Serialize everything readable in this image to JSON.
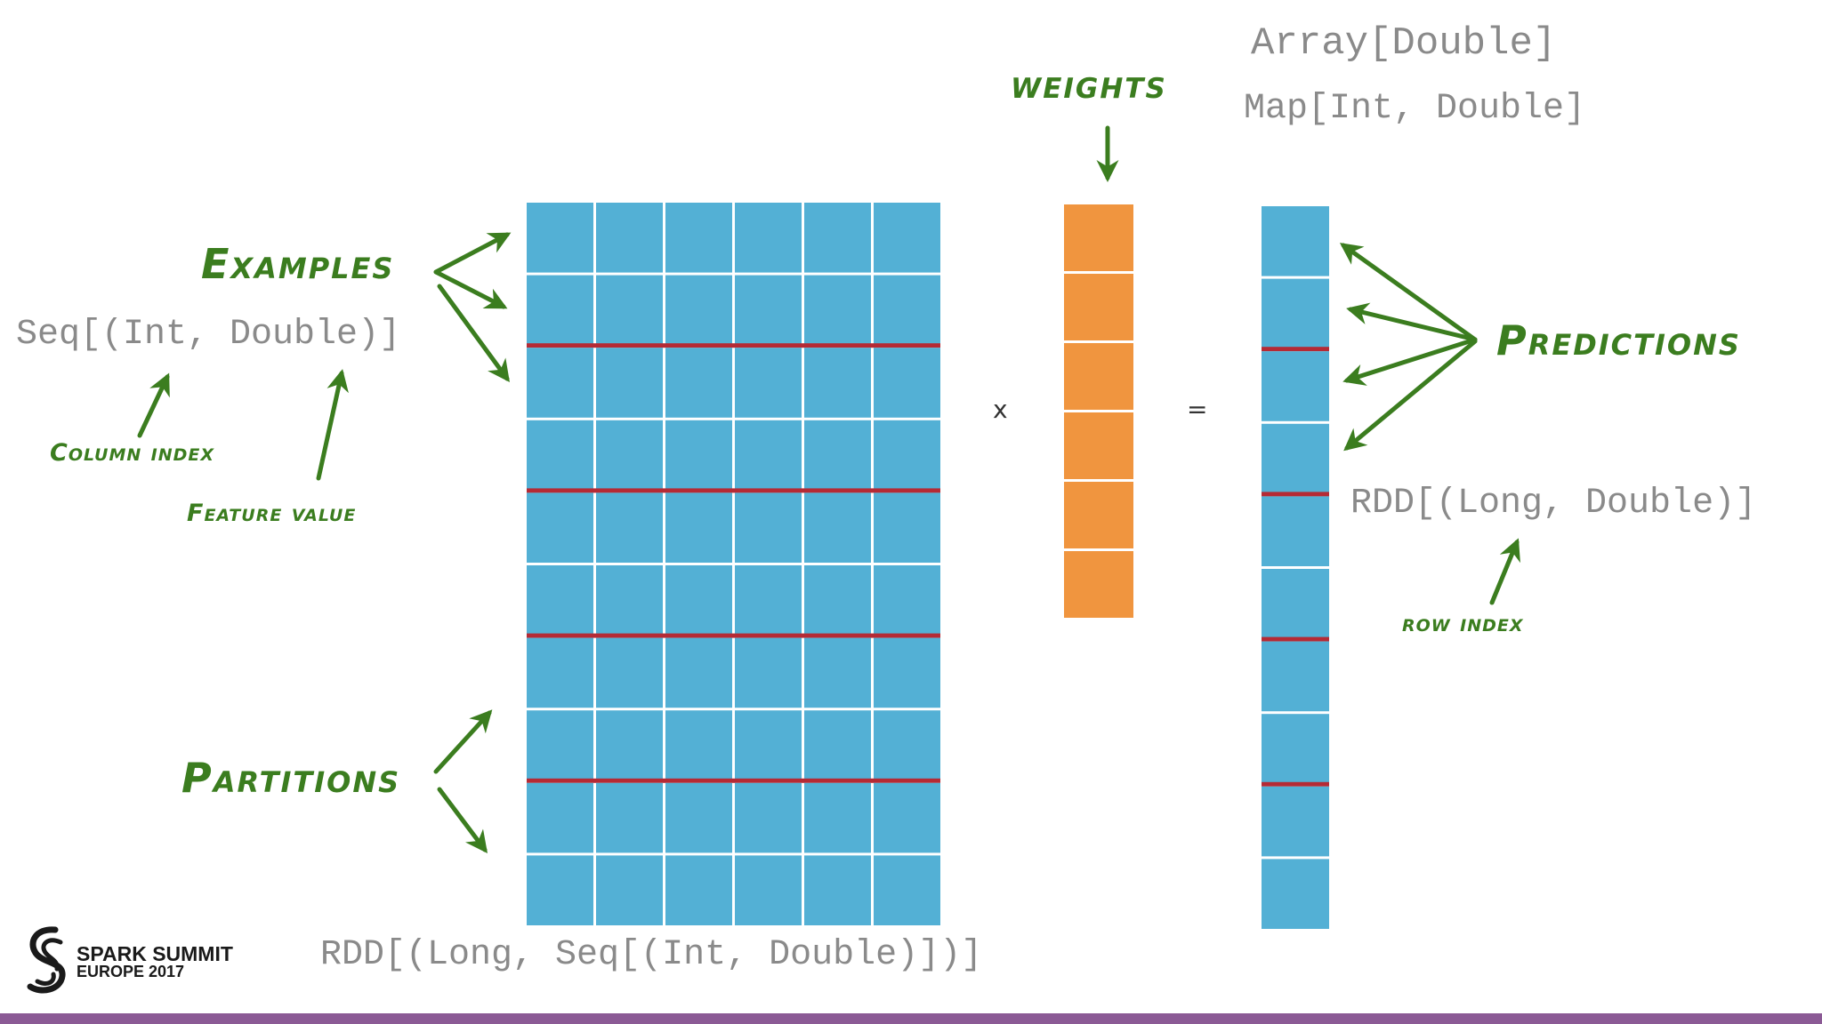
{
  "colors": {
    "cell_blue": "#53b0d5",
    "cell_orange": "#f0953f",
    "partition_red": "#b52a35",
    "arrow_green": "#3b7d1f",
    "type_gray": "#8a8a8a",
    "bottom_bar": "#8b5a95"
  },
  "labels": {
    "examples": "Examples",
    "partitions": "Partitions",
    "column_index": "Column index",
    "feature_value": "Feature value",
    "weights": "weights",
    "predictions": "Predictions",
    "row_index": "row index"
  },
  "types": {
    "seq": "Seq[(Int, Double)]",
    "rdd_matrix": "RDD[(Long, Seq[(Int, Double)])]",
    "array": "Array[Double]",
    "map": "Map[Int, Double]",
    "rdd_predictions": "RDD[(Long, Double)]"
  },
  "operators": {
    "multiply": "x",
    "equals": "="
  },
  "matrix": {
    "rows": 10,
    "columns": 6,
    "partition_after_rows": [
      2,
      4,
      6,
      8
    ]
  },
  "weights_vector": {
    "rows": 6
  },
  "predictions_vector": {
    "rows": 10,
    "partition_after_rows": [
      2,
      4,
      6,
      8
    ]
  },
  "logo": {
    "line1": "SPARK SUMMIT",
    "line2": "EUROPE 2017",
    "icon": "spark-summit-swirl-icon"
  }
}
